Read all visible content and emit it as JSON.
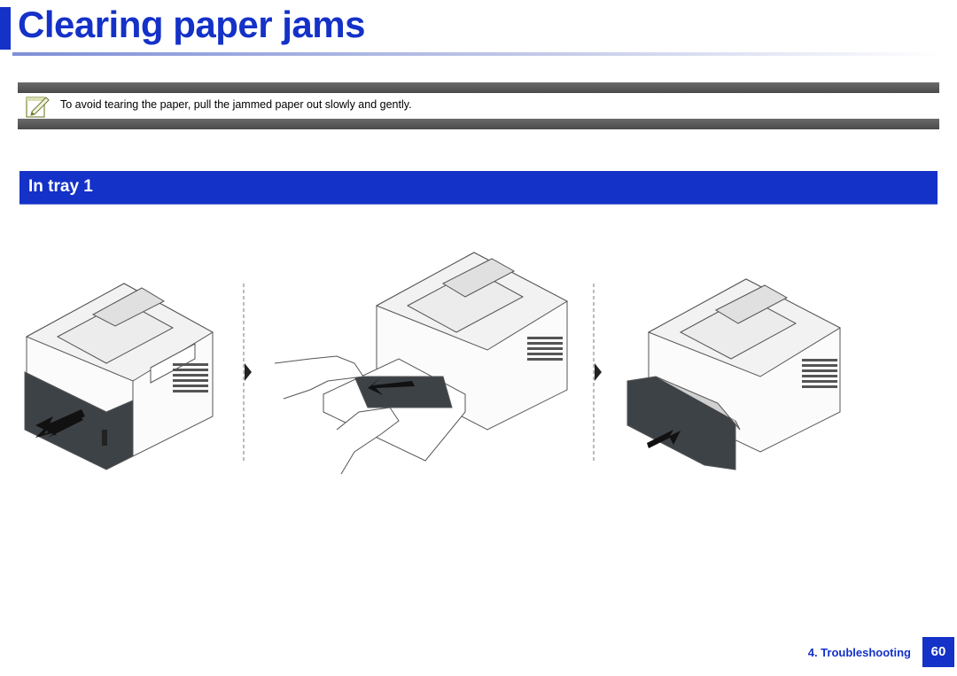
{
  "page": {
    "title": "Clearing paper jams",
    "accent_color": "#1431c8"
  },
  "note": {
    "icon": "note-pencil-icon",
    "text": "To avoid tearing the paper, pull the jammed paper out slowly and gently."
  },
  "section": {
    "title": "In tray 1"
  },
  "illustrations": [
    {
      "name": "pull-out-tray",
      "icon": "printer-tray-pull-out-illustration"
    },
    {
      "name": "remove-jammed-paper",
      "icon": "hands-remove-paper-illustration"
    },
    {
      "name": "insert-tray",
      "icon": "printer-tray-insert-illustration"
    }
  ],
  "footer": {
    "chapter": "4. Troubleshooting",
    "page_number": "60"
  }
}
